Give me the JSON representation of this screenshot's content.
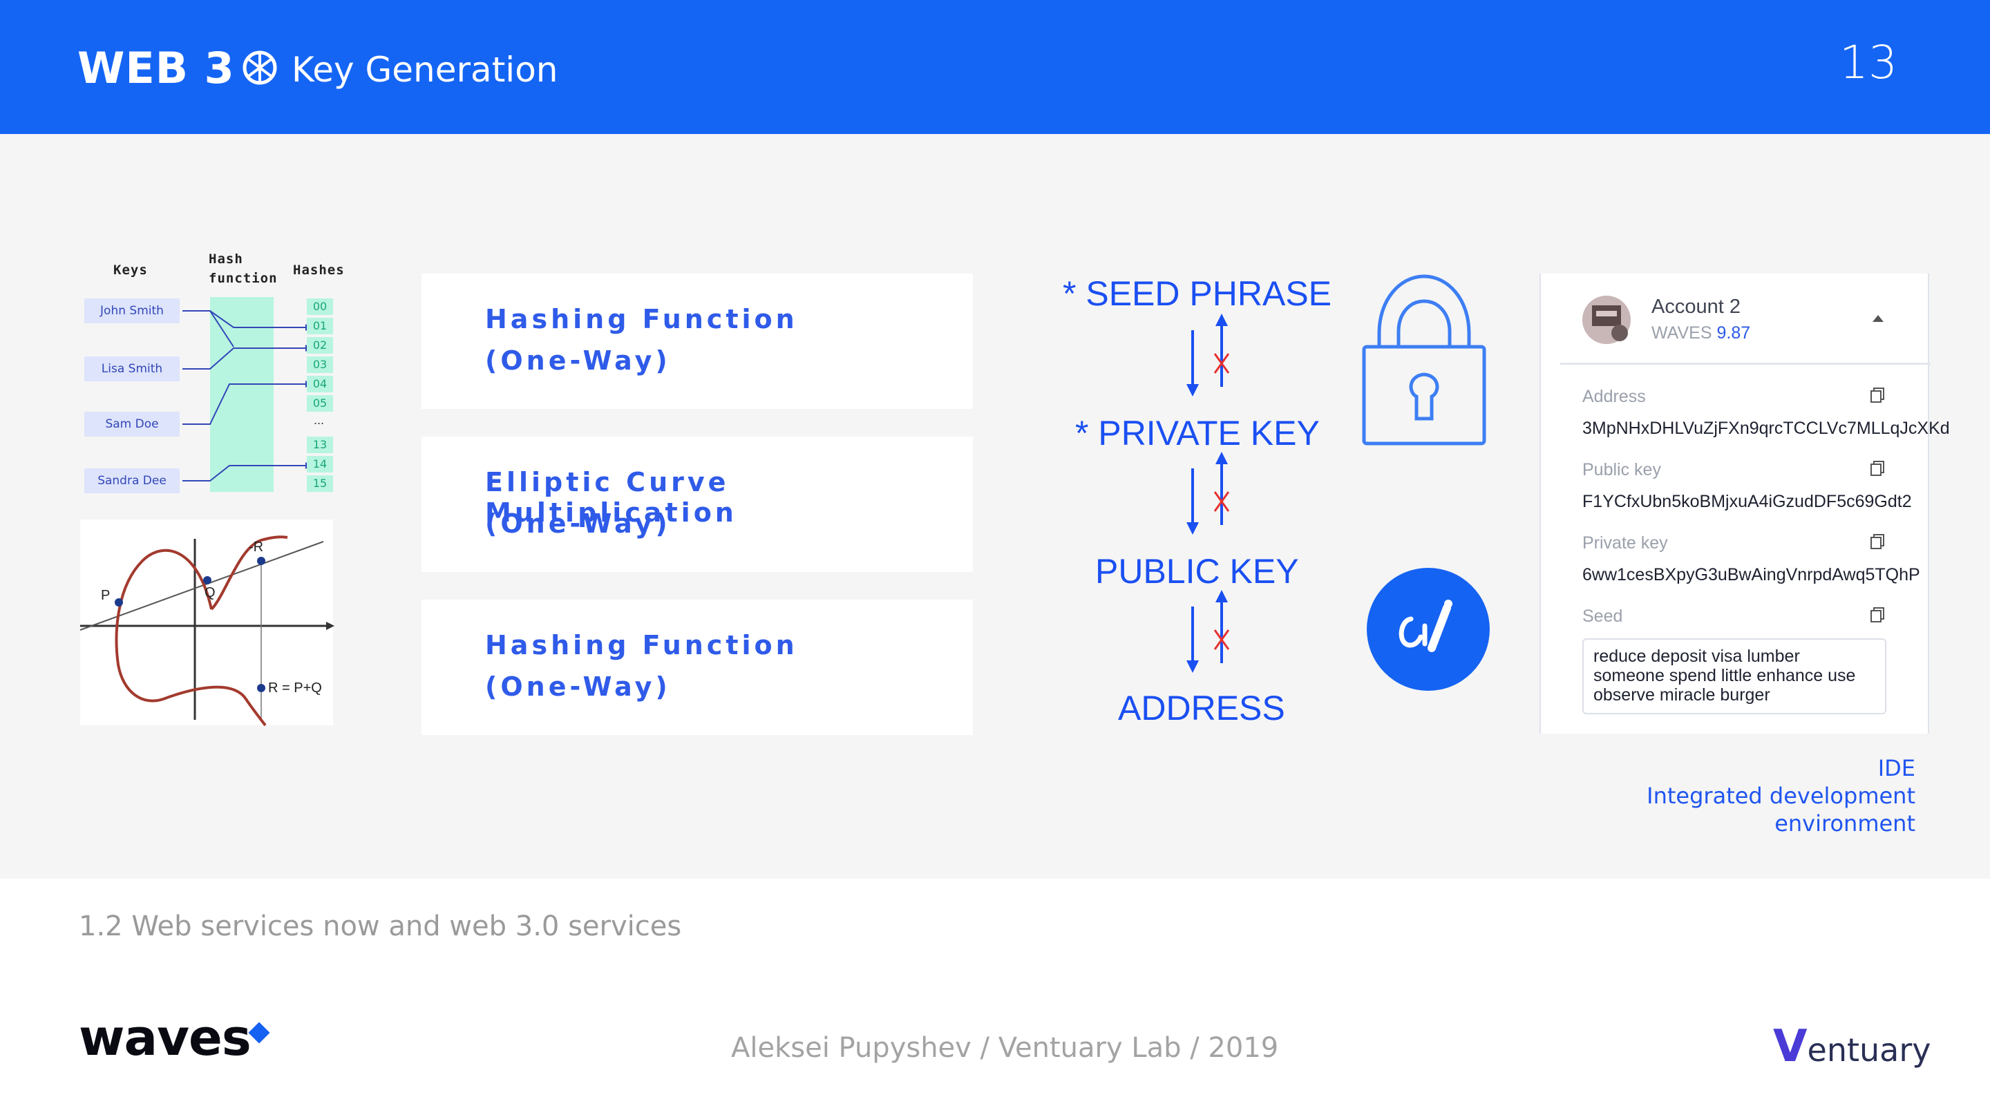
{
  "header": {
    "logo_text": "WEB 3",
    "title": "Key Generation",
    "page_number": "13",
    "bg_color": "#1565f5"
  },
  "hash_table": {
    "col_keys": "Keys",
    "col_hash_1": "Hash",
    "col_hash_2": "function",
    "col_hashes": "Hashes",
    "keys": [
      "John Smith",
      "Lisa Smith",
      "Sam Doe",
      "Sandra Dee"
    ],
    "hashes": [
      "00",
      "01",
      "02",
      "03",
      "04",
      "05",
      "13",
      "14",
      "15"
    ],
    "ellipsis": "..."
  },
  "curve": {
    "label_p": "P",
    "label_q": "Q",
    "label_neg_r": "-R",
    "label_r": "R = P+Q"
  },
  "cards": [
    {
      "line1": "Hashing Function",
      "line2": "(One-Way)"
    },
    {
      "line1": "Elliptic Curve Multiplication",
      "line2": "(One-Way)"
    },
    {
      "line1": "Hashing Function",
      "line2": "(One-Way)"
    }
  ],
  "chain": {
    "seed": "* SEED PHRASE",
    "private": "* PRIVATE KEY",
    "public": "PUBLIC KEY",
    "address": "ADDRESS"
  },
  "wallet": {
    "account": "Account 2",
    "waves_label": "WAVES",
    "waves_balance": "9.87",
    "address_label": "Address",
    "address_value": "3MpNHxDHLVuZjFXn9qrcTCCLVc7MLLqJcXKd",
    "public_label": "Public key",
    "public_value": "F1YCfxUbn5koBMjxuA4iGzudDF5c69Gdt2",
    "private_label": "Private key",
    "private_value": "6ww1cesBXpyG3uBwAingVnrpdAwq5TQhP",
    "seed_label": "Seed",
    "seed_value": "reduce deposit visa lumber someone spend little enhance use observe miracle burger"
  },
  "ide": {
    "line1": "IDE",
    "line2": "Integrated development",
    "line3": "environment"
  },
  "footer": {
    "section": "1.2  Web services now and web 3.0 services",
    "brand": "waves",
    "credit": "Aleksei Pupyshev / Ventuary Lab / 2019",
    "ventuary_v": "V",
    "ventuary_rest": "entuary"
  }
}
